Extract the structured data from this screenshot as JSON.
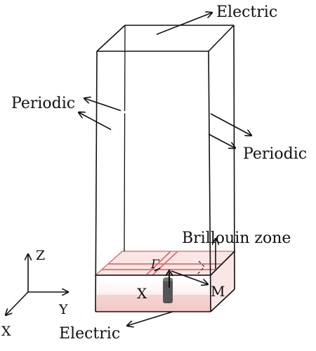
{
  "labels": {
    "electric_top": "Electric",
    "electric_bottom": "Electric",
    "periodic_left": "Periodic",
    "periodic_right": "Periodic",
    "brillouin_zone": "Brillouin zone",
    "point_gamma": "Γ",
    "point_x": "X",
    "point_m": "M"
  },
  "axes": {
    "x": "X",
    "y": "Y",
    "z": "Z"
  },
  "colors": {
    "line": "#111111",
    "zone_grid": "#e06a6a",
    "slab_fill": "#f2c6c6",
    "rod": "#555555"
  }
}
